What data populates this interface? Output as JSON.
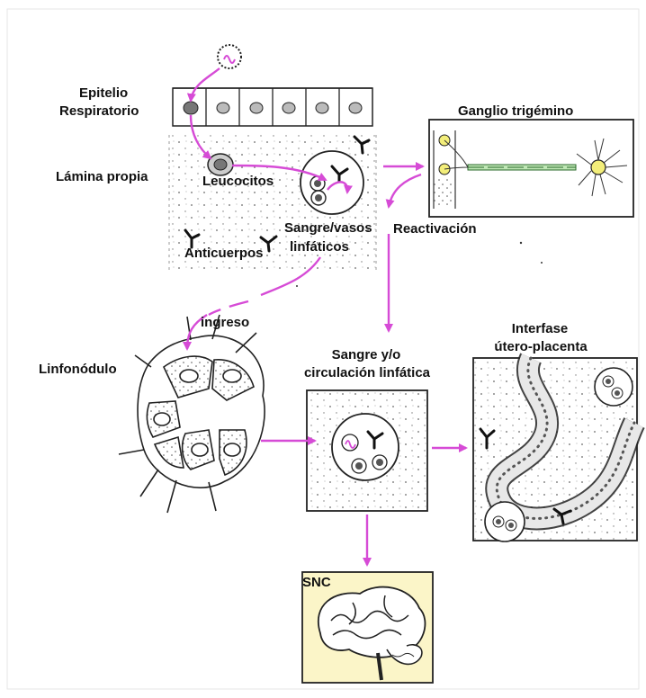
{
  "labels": {
    "epitelio_line1": "Epitelio",
    "epitelio_line2": "Respiratorio",
    "lamina_propia": "Lámina propia",
    "leucocitos": "Leucocitos",
    "sangre_vasos_line1": "Sangre/vasos",
    "sangre_vasos_line2": "linfáticos",
    "anticuerpos": "Anticuerpos",
    "ganglio_trigemino": "Ganglio trigémino",
    "reactivacion": "Reactivación",
    "ingreso": "ingreso",
    "linfonodulo": "Linfonódulo",
    "sangre_circ_line1": "Sangre y/o",
    "sangre_circ_line2": "circulación linfática",
    "interfase_line1": "Interfase",
    "interfase_line2": "útero-placenta",
    "snc": "SNC"
  },
  "colors": {
    "arrow": "#d64bd6",
    "line": "#222222",
    "neuron_fill": "#bfe7b5",
    "brain_panel": "#fbf5c8",
    "nucleus": "#f3ee7a",
    "background": "#ffffff"
  }
}
